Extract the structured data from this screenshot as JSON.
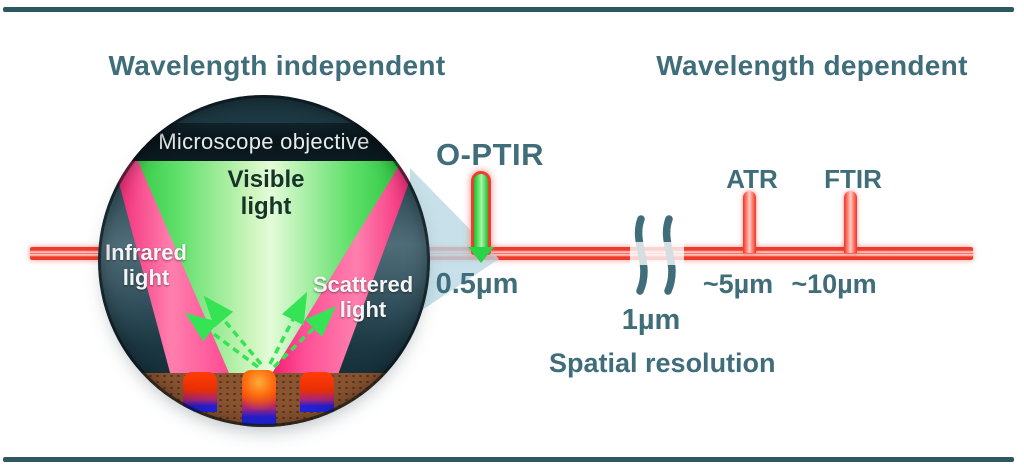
{
  "headings": {
    "left": "Wavelength independent",
    "right": "Wavelength dependent"
  },
  "microscope": {
    "objective": "Microscope objective",
    "visible": {
      "line1": "Visible",
      "line2": "light"
    },
    "infrared": {
      "line1": "Infrared",
      "line2": "light"
    },
    "scattered": {
      "line1": "Scattered",
      "line2": "light"
    }
  },
  "techniques": {
    "optir": {
      "name": "O-PTIR",
      "resolution": "0.5µm"
    },
    "atr": {
      "name": "ATR",
      "resolution": "~5µm"
    },
    "ftir": {
      "name": "FTIR",
      "resolution": "~10µm"
    }
  },
  "axis": {
    "break_label": "1µm",
    "title": "Spatial resolution"
  },
  "colors": {
    "teal_text": "#3f6d79",
    "axis_red": "#ee3a2b",
    "visible_green": "#2ad13c",
    "infrared_pink": "#ef0e66",
    "beam_blue": "#b9d8e3",
    "substrate_brown": "#8a5431",
    "divider_teal": "#2d5861"
  }
}
